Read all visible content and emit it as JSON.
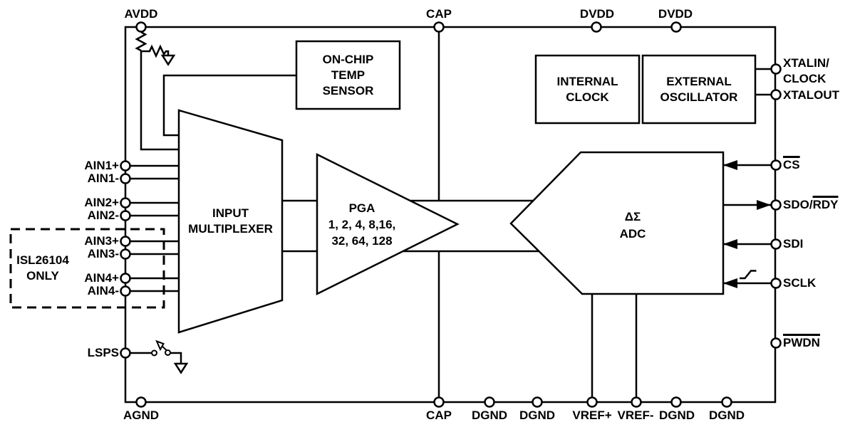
{
  "diagram": {
    "variant_note": {
      "line1": "ISL26104",
      "line2": "ONLY"
    },
    "blocks": {
      "temp_sensor": {
        "line1": "ON-CHIP",
        "line2": "TEMP",
        "line3": "SENSOR"
      },
      "internal_clock": {
        "line1": "INTERNAL",
        "line2": "CLOCK"
      },
      "external_oscillator": {
        "line1": "EXTERNAL",
        "line2": "OSCILLATOR"
      },
      "input_multiplexer": {
        "line1": "INPUT",
        "line2": "MULTIPLEXER"
      },
      "pga": {
        "line1": "PGA",
        "line2": "1, 2, 4, 8,16,",
        "line3": "32, 64, 128"
      },
      "adc": {
        "line1": "ΔΣ",
        "line2": "ADC"
      }
    },
    "pins": {
      "top": {
        "avdd": "AVDD",
        "cap": "CAP",
        "dvdd1": "DVDD",
        "dvdd2": "DVDD"
      },
      "bottom": {
        "agnd": "AGND",
        "cap": "CAP",
        "dgnd1": "DGND",
        "dgnd2": "DGND",
        "vref_plus": "VREF+",
        "vref_minus": "VREF-",
        "dgnd3": "DGND",
        "dgnd4": "DGND"
      },
      "left": {
        "ain1p": "AIN1+",
        "ain1n": "AIN1-",
        "ain2p": "AIN2+",
        "ain2n": "AIN2-",
        "ain3p": "AIN3+",
        "ain3n": "AIN3-",
        "ain4p": "AIN4+",
        "ain4n": "AIN4-",
        "lsps": "LSPS"
      },
      "right": {
        "xtalin_line1": "XTALIN/",
        "xtalin_line2": "CLOCK",
        "xtalout": "XTALOUT",
        "cs": "CS",
        "sdo_prefix": "SDO/",
        "rdy": "RDY",
        "sdi": "SDI",
        "sclk": "SCLK",
        "pwdn": "PWDN"
      }
    },
    "colors": {
      "line": "#000000",
      "background": "#ffffff",
      "text": "#000000"
    }
  }
}
